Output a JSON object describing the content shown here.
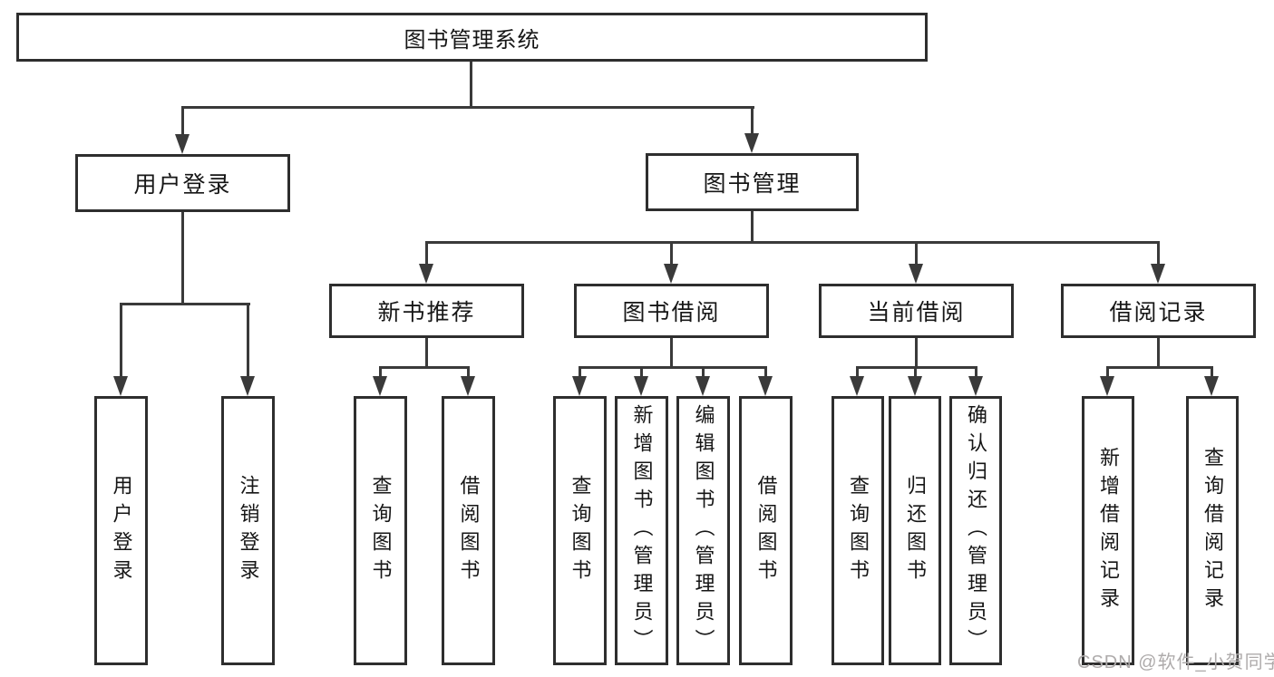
{
  "diagram_type": "hierarchy-tree",
  "tree": {
    "label": "图书管理系统",
    "children": [
      {
        "label": "用户登录",
        "children": [
          {
            "label": "用户登录"
          },
          {
            "label": "注销登录"
          }
        ]
      },
      {
        "label": "图书管理",
        "children": [
          {
            "label": "新书推荐",
            "children": [
              {
                "label": "查询图书"
              },
              {
                "label": "借阅图书"
              }
            ]
          },
          {
            "label": "图书借阅",
            "children": [
              {
                "label": "查询图书"
              },
              {
                "label": "新增图书（管理员）"
              },
              {
                "label": "编辑图书（管理员）"
              },
              {
                "label": "借阅图书"
              }
            ]
          },
          {
            "label": "当前借阅",
            "children": [
              {
                "label": "查询图书"
              },
              {
                "label": "归还图书"
              },
              {
                "label": "确认归还（管理员）"
              }
            ]
          },
          {
            "label": "借阅记录",
            "children": [
              {
                "label": "新增借阅记录"
              },
              {
                "label": "查询借阅记录"
              }
            ]
          }
        ]
      }
    ]
  },
  "watermark": {
    "text": "CSDN @软件_小贺同学"
  },
  "colors": {
    "line": "#3a3a3a",
    "box_border": "#2e2e2e",
    "text": "#161616",
    "watermark": "#aeabab",
    "background": "#ffffff"
  }
}
